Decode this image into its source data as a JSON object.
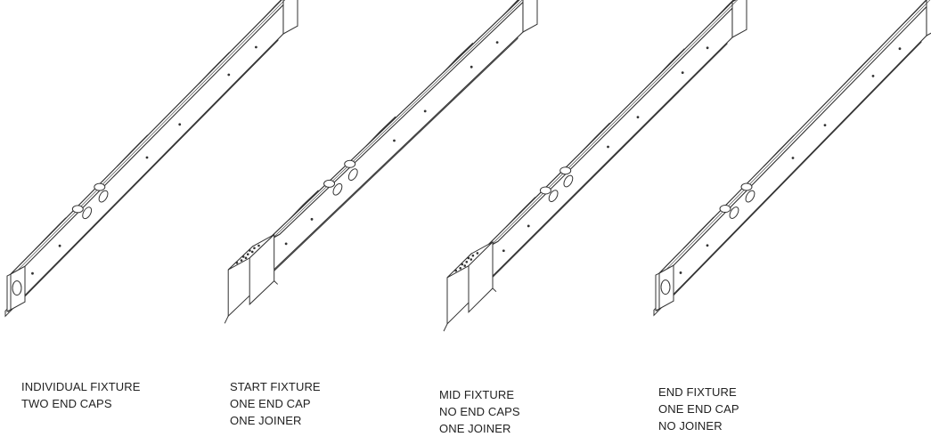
{
  "fixtures": [
    {
      "id": "individual",
      "caption": [
        "INDIVIDUAL FIXTURE",
        "TWO END CAPS"
      ],
      "has_near_end_cap": true,
      "has_joiner": false,
      "has_far_end_cap": true
    },
    {
      "id": "start",
      "caption": [
        "START FIXTURE",
        "ONE END CAP",
        "ONE JOINER"
      ],
      "has_near_end_cap": false,
      "has_joiner": true,
      "has_far_end_cap": true
    },
    {
      "id": "mid",
      "caption": [
        "MID FIXTURE",
        "NO END CAPS",
        "ONE JOINER"
      ],
      "has_near_end_cap": false,
      "has_joiner": true,
      "has_far_end_cap": false
    },
    {
      "id": "end",
      "caption": [
        "END FIXTURE",
        "ONE END CAP",
        "NO JOINER"
      ],
      "has_near_end_cap": true,
      "has_joiner": false,
      "has_far_end_cap": false
    }
  ],
  "colors": {
    "line": "#333333",
    "background": "#ffffff",
    "text": "#222222"
  }
}
